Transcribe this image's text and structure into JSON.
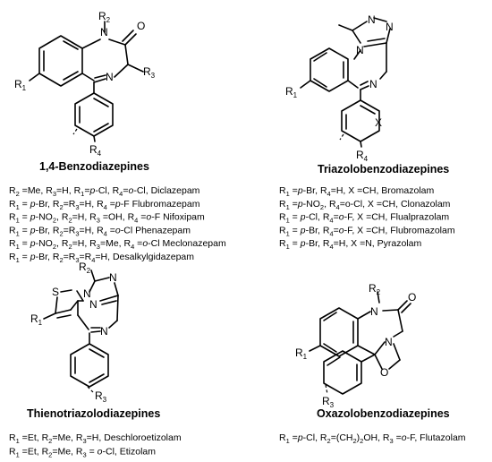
{
  "panels": {
    "benzodiazepines": {
      "title": "1,4-Benzodiazepines",
      "atoms": {
        "r1": "R",
        "r1n": "1",
        "r2": "R",
        "r2n": "2",
        "r3": "R",
        "r3n": "3",
        "r4": "R",
        "r4n": "4",
        "n1": "N",
        "n4": "N",
        "o": "O"
      },
      "entries": [
        {
          "name": "Diclazepam",
          "parts": [
            [
              "R",
              "2"
            ],
            [
              " =Me, ",
              ""
            ],
            [
              "R",
              "3"
            ],
            [
              "=H, ",
              ""
            ],
            [
              "R",
              "1"
            ],
            [
              "=",
              ""
            ],
            [
              "p",
              "it"
            ],
            [
              "-Cl, ",
              ""
            ],
            [
              "R",
              "4"
            ],
            [
              "=",
              ""
            ],
            [
              "o",
              "it"
            ],
            [
              "-Cl,  Diclazepam",
              ""
            ]
          ]
        },
        {
          "name": "Flubromazepam",
          "parts": [
            [
              "R",
              "1"
            ],
            [
              " = ",
              ""
            ],
            [
              "p",
              "it"
            ],
            [
              "-Br, ",
              ""
            ],
            [
              "R",
              "2"
            ],
            [
              "=",
              ""
            ],
            [
              "R",
              "3"
            ],
            [
              "=H, ",
              ""
            ],
            [
              "R",
              "4"
            ],
            [
              " =",
              ""
            ],
            [
              "p",
              "it"
            ],
            [
              "-F  Flubromazepam",
              ""
            ]
          ]
        },
        {
          "name": "Nifoxipam",
          "parts": [
            [
              "R",
              "1"
            ],
            [
              " = ",
              ""
            ],
            [
              "p",
              "it"
            ],
            [
              "-NO",
              ""
            ],
            [
              "2",
              "sub"
            ],
            [
              ", ",
              ""
            ],
            [
              "R",
              "2"
            ],
            [
              "=H, ",
              ""
            ],
            [
              "R",
              "3"
            ],
            [
              " =OH, ",
              ""
            ],
            [
              "R",
              "4"
            ],
            [
              " =",
              ""
            ],
            [
              "o",
              "it"
            ],
            [
              "-F  Nifoxipam",
              ""
            ]
          ]
        },
        {
          "name": "Phenazepam",
          "parts": [
            [
              "R",
              "1"
            ],
            [
              " = ",
              ""
            ],
            [
              "p",
              "it"
            ],
            [
              "-Br, ",
              ""
            ],
            [
              "R",
              "2"
            ],
            [
              "=",
              ""
            ],
            [
              "R",
              "3"
            ],
            [
              "=H, ",
              ""
            ],
            [
              "R",
              "4"
            ],
            [
              " =",
              ""
            ],
            [
              "o",
              "it"
            ],
            [
              "-Cl  Phenazepam",
              ""
            ]
          ]
        },
        {
          "name": "Meclonazepam",
          "parts": [
            [
              "R",
              "1"
            ],
            [
              " = ",
              ""
            ],
            [
              "p",
              "it"
            ],
            [
              "-NO",
              ""
            ],
            [
              "2",
              "sub"
            ],
            [
              ", ",
              ""
            ],
            [
              "R",
              "2"
            ],
            [
              "=H, ",
              ""
            ],
            [
              "R",
              "3"
            ],
            [
              "=Me, ",
              ""
            ],
            [
              "R",
              "4"
            ],
            [
              " =",
              ""
            ],
            [
              "o",
              "it"
            ],
            [
              "-Cl  Meclonazepam",
              ""
            ]
          ]
        },
        {
          "name": "Desalkylgidazepam",
          "parts": [
            [
              "R",
              "1"
            ],
            [
              " = ",
              ""
            ],
            [
              "p",
              "it"
            ],
            [
              "-Br, ",
              ""
            ],
            [
              "R",
              "2"
            ],
            [
              "=",
              ""
            ],
            [
              "R",
              "3"
            ],
            [
              "=",
              ""
            ],
            [
              "R",
              "4"
            ],
            [
              "=H,  Desalkylgidazepam",
              ""
            ]
          ]
        }
      ]
    },
    "triazolobenzodiazepines": {
      "title": "Triazolobenzodiazepines",
      "atoms": {
        "r1": "R",
        "r1n": "1",
        "r4": "R",
        "r4n": "4",
        "x": "X",
        "n1": "N",
        "n2": "N",
        "n3": "N",
        "n4": "N"
      },
      "entries": [
        {
          "name": "Bromazolam",
          "parts": [
            [
              "R",
              "1"
            ],
            [
              " =",
              ""
            ],
            [
              "p",
              "it"
            ],
            [
              "-Br, ",
              ""
            ],
            [
              "R",
              "4"
            ],
            [
              "=H, X =CH,  Bromazolam",
              ""
            ]
          ]
        },
        {
          "name": "Clonazolam",
          "parts": [
            [
              "R",
              "1"
            ],
            [
              " =",
              ""
            ],
            [
              "p",
              "it"
            ],
            [
              "-NO",
              ""
            ],
            [
              "2",
              "sub"
            ],
            [
              ", ",
              ""
            ],
            [
              "R",
              "4"
            ],
            [
              "=o-Cl, X =CH,  Clonazolam",
              ""
            ]
          ]
        },
        {
          "name": "Flualprazolam",
          "parts": [
            [
              "R",
              "1"
            ],
            [
              " = ",
              ""
            ],
            [
              "p",
              "it"
            ],
            [
              "-Cl, ",
              ""
            ],
            [
              "R",
              "4"
            ],
            [
              "=",
              ""
            ],
            [
              "o",
              "it"
            ],
            [
              "-F, X =CH,  Flualprazolam",
              ""
            ]
          ]
        },
        {
          "name": "Flubromazolam",
          "parts": [
            [
              "R",
              "1"
            ],
            [
              " = ",
              ""
            ],
            [
              "p",
              "it"
            ],
            [
              "-Br, ",
              ""
            ],
            [
              "R",
              "4"
            ],
            [
              "=",
              ""
            ],
            [
              "o",
              "it"
            ],
            [
              "-F, X =CH,  Flubromazolam",
              ""
            ]
          ]
        },
        {
          "name": "Pyrazolam",
          "parts": [
            [
              "R",
              "1"
            ],
            [
              " = ",
              ""
            ],
            [
              "p",
              "it"
            ],
            [
              "-Br,  ",
              ""
            ],
            [
              "R",
              "4"
            ],
            [
              "=H, X =N,  Pyrazolam",
              ""
            ]
          ]
        }
      ]
    },
    "thienotriazolodiazepines": {
      "title": "Thienotriazolodiazepines",
      "atoms": {
        "r1": "R",
        "r1n": "1",
        "r2": "R",
        "r2n": "2",
        "r3": "R",
        "r3n": "3",
        "s": "S",
        "n1": "N",
        "n2": "N",
        "n3": "N",
        "n4": "N"
      },
      "entries": [
        {
          "name": "Deschloroetizolam",
          "parts": [
            [
              "R",
              "1"
            ],
            [
              " =Et, ",
              ""
            ],
            [
              "R",
              "2"
            ],
            [
              "=Me, ",
              ""
            ],
            [
              "R",
              "3"
            ],
            [
              "=H,  Deschloroetizolam",
              ""
            ]
          ]
        },
        {
          "name": "Etizolam",
          "parts": [
            [
              "R",
              "1"
            ],
            [
              " =Et, ",
              ""
            ],
            [
              "R",
              "2"
            ],
            [
              "=Me, ",
              ""
            ],
            [
              "R",
              "3"
            ],
            [
              " = ",
              ""
            ],
            [
              "o",
              "it"
            ],
            [
              "-Cl,  Etizolam",
              ""
            ]
          ]
        }
      ]
    },
    "oxazolobenzodiazepines": {
      "title": "Oxazolobenzodiazepines",
      "atoms": {
        "r1": "R",
        "r1n": "1",
        "r2": "R",
        "r2n": "2",
        "r3": "R",
        "r3n": "3",
        "n1": "N",
        "n2": "N",
        "o1": "O",
        "o2": "O"
      },
      "entries": [
        {
          "name": "Flutazolam",
          "parts": [
            [
              "R",
              "1"
            ],
            [
              " =",
              ""
            ],
            [
              "p",
              "it"
            ],
            [
              "-Cl, ",
              ""
            ],
            [
              "R",
              "2"
            ],
            [
              "=(CH",
              ""
            ],
            [
              "2",
              "sub"
            ],
            [
              ")",
              ""
            ],
            [
              "2",
              "sub"
            ],
            [
              "OH, ",
              ""
            ],
            [
              "R",
              "3"
            ],
            [
              " =",
              ""
            ],
            [
              "o",
              "it"
            ],
            [
              "-F,  Flutazolam",
              ""
            ]
          ]
        }
      ]
    }
  }
}
